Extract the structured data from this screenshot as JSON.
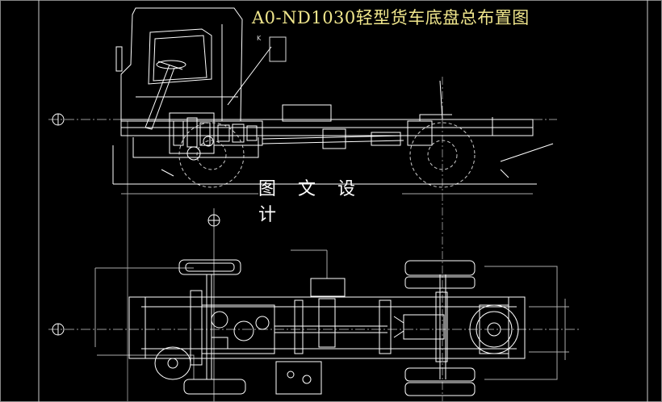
{
  "drawing": {
    "title": "A0-ND1030轻型货车底盘总布置图",
    "watermark": "图 文 设 计",
    "callout": "K"
  },
  "colors": {
    "lines": "#ffffff",
    "title": "#f0e68c",
    "background": "#000000"
  }
}
